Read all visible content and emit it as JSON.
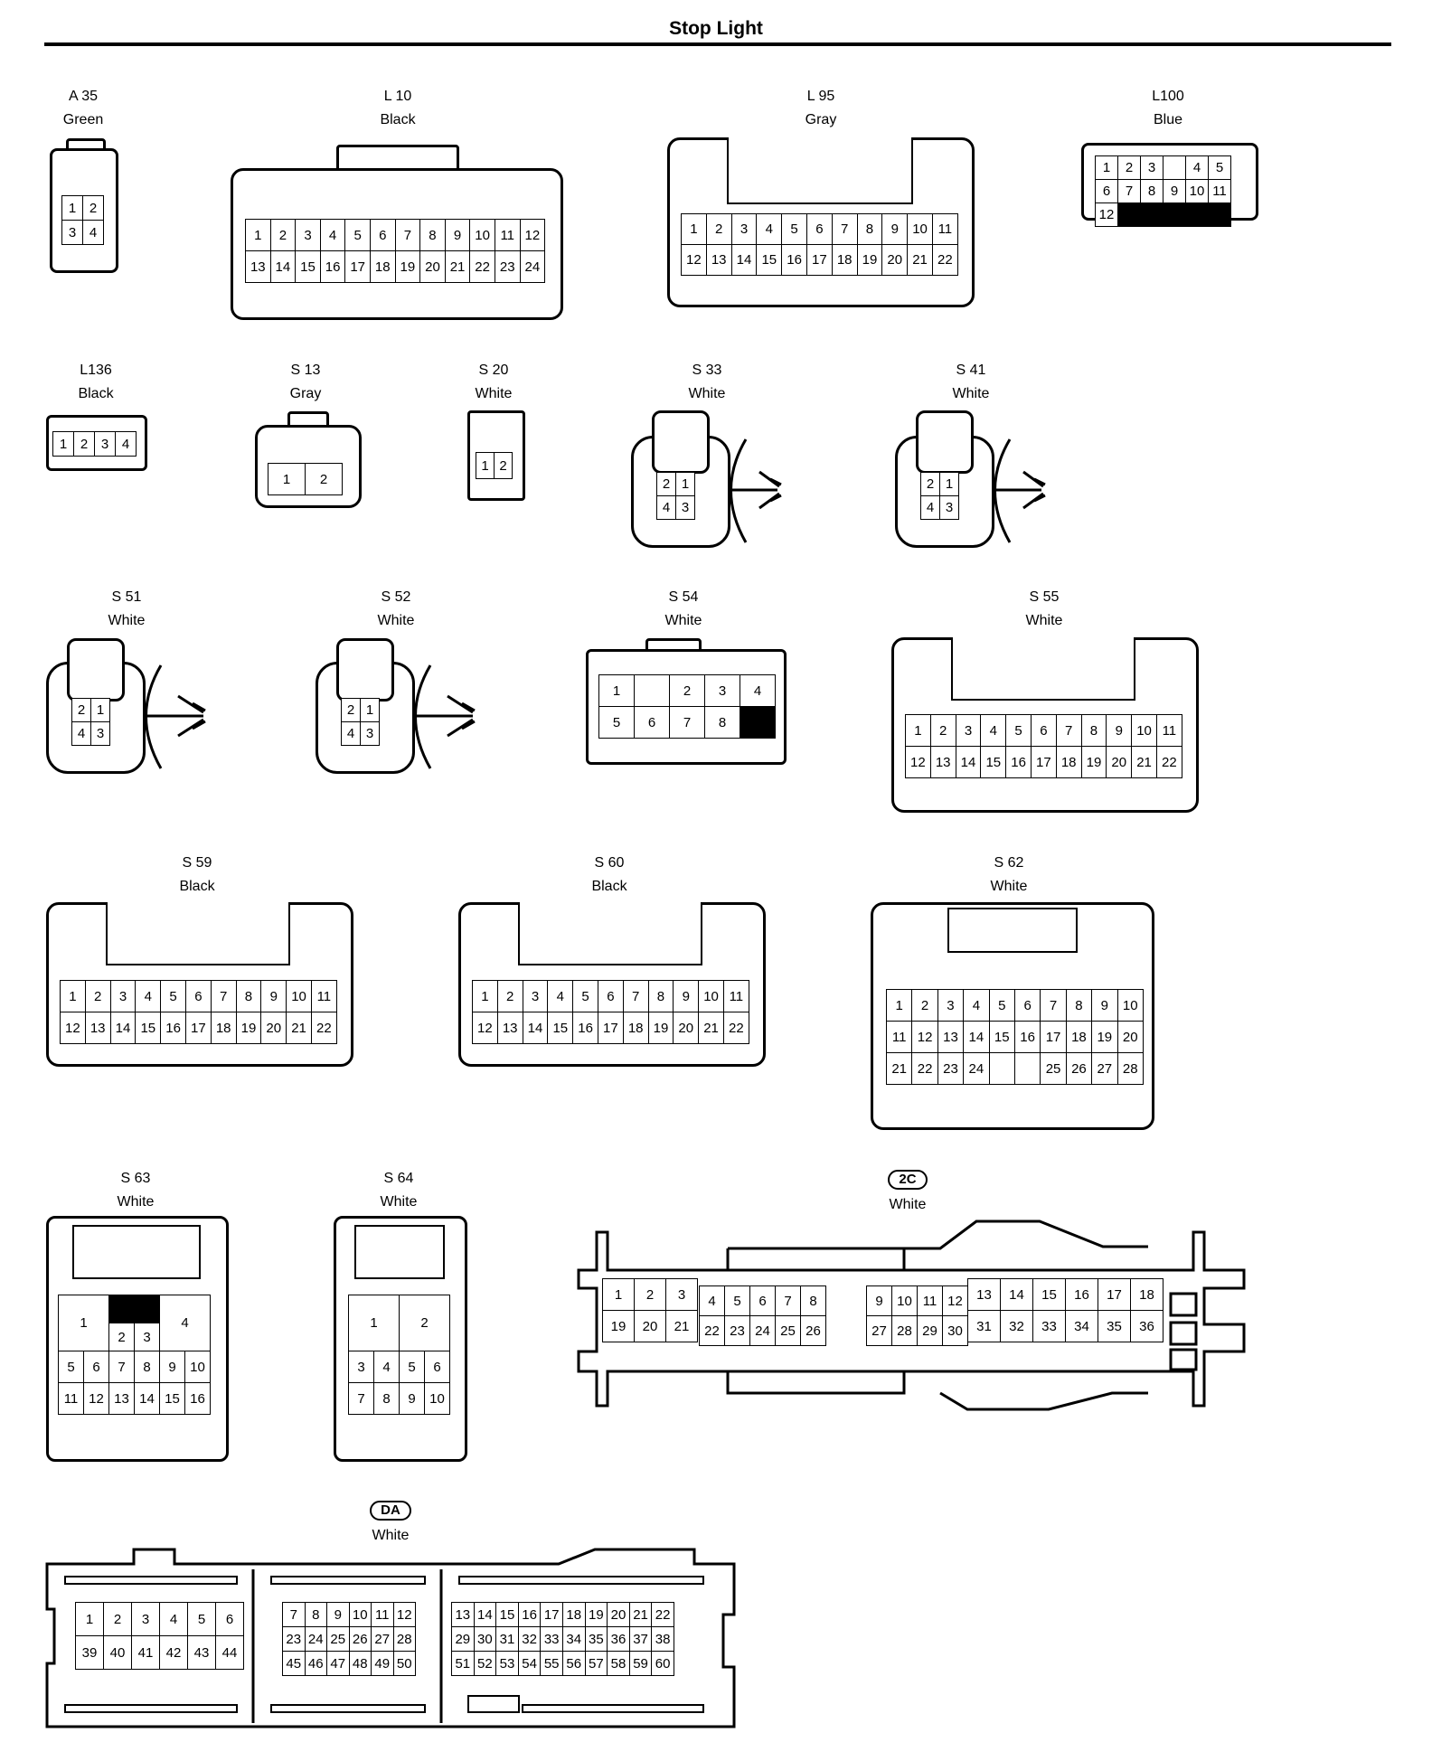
{
  "title": "Stop Light",
  "connectors": {
    "A35": {
      "code": "A 35",
      "color": "Green",
      "pins": [
        "1",
        "2",
        "3",
        "4"
      ]
    },
    "L10": {
      "code": "L 10",
      "color": "Black",
      "pins": [
        "1",
        "2",
        "3",
        "4",
        "5",
        "6",
        "7",
        "8",
        "9",
        "10",
        "11",
        "12",
        "13",
        "14",
        "15",
        "16",
        "17",
        "18",
        "19",
        "20",
        "21",
        "22",
        "23",
        "24"
      ]
    },
    "L95": {
      "code": "L 95",
      "color": "Gray",
      "pins": [
        "1",
        "2",
        "3",
        "4",
        "5",
        "6",
        "7",
        "8",
        "9",
        "10",
        "11",
        "12",
        "13",
        "14",
        "15",
        "16",
        "17",
        "18",
        "19",
        "20",
        "21",
        "22"
      ]
    },
    "L100": {
      "code": "L100",
      "color": "Blue",
      "pins": [
        "1",
        "2",
        "3",
        "",
        "4",
        "5",
        "6",
        "7",
        "8",
        "9",
        "10",
        "11",
        "12"
      ]
    },
    "L136": {
      "code": "L136",
      "color": "Black",
      "pins": [
        "1",
        "2",
        "3",
        "4"
      ]
    },
    "S13": {
      "code": "S 13",
      "color": "Gray",
      "pins": [
        "1",
        "2"
      ]
    },
    "S20": {
      "code": "S 20",
      "color": "White",
      "pins": [
        "1",
        "2"
      ]
    },
    "S33": {
      "code": "S 33",
      "color": "White",
      "pins": [
        "2",
        "1",
        "4",
        "3"
      ]
    },
    "S41": {
      "code": "S 41",
      "color": "White",
      "pins": [
        "2",
        "1",
        "4",
        "3"
      ]
    },
    "S51": {
      "code": "S 51",
      "color": "White",
      "pins": [
        "2",
        "1",
        "4",
        "3"
      ]
    },
    "S52": {
      "code": "S 52",
      "color": "White",
      "pins": [
        "2",
        "1",
        "4",
        "3"
      ]
    },
    "S54": {
      "code": "S 54",
      "color": "White",
      "pins": [
        "1",
        "",
        "2",
        "3",
        "4",
        "5",
        "6",
        "7",
        "8"
      ]
    },
    "S55": {
      "code": "S 55",
      "color": "White",
      "pins": [
        "1",
        "2",
        "3",
        "4",
        "5",
        "6",
        "7",
        "8",
        "9",
        "10",
        "11",
        "12",
        "13",
        "14",
        "15",
        "16",
        "17",
        "18",
        "19",
        "20",
        "21",
        "22"
      ]
    },
    "S59": {
      "code": "S 59",
      "color": "Black",
      "pins": [
        "1",
        "2",
        "3",
        "4",
        "5",
        "6",
        "7",
        "8",
        "9",
        "10",
        "11",
        "12",
        "13",
        "14",
        "15",
        "16",
        "17",
        "18",
        "19",
        "20",
        "21",
        "22"
      ]
    },
    "S60": {
      "code": "S 60",
      "color": "Black",
      "pins": [
        "1",
        "2",
        "3",
        "4",
        "5",
        "6",
        "7",
        "8",
        "9",
        "10",
        "11",
        "12",
        "13",
        "14",
        "15",
        "16",
        "17",
        "18",
        "19",
        "20",
        "21",
        "22"
      ]
    },
    "S62": {
      "code": "S 62",
      "color": "White",
      "pins": [
        "1",
        "2",
        "3",
        "4",
        "5",
        "6",
        "7",
        "8",
        "9",
        "10",
        "11",
        "12",
        "13",
        "14",
        "15",
        "16",
        "17",
        "18",
        "19",
        "20",
        "21",
        "22",
        "23",
        "24",
        "",
        "",
        "25",
        "26",
        "27",
        "28"
      ]
    },
    "S63": {
      "code": "S 63",
      "color": "White",
      "pins": [
        "1",
        "2",
        "3",
        "4",
        "5",
        "6",
        "7",
        "8",
        "9",
        "10",
        "11",
        "12",
        "13",
        "14",
        "15",
        "16"
      ]
    },
    "S64": {
      "code": "S 64",
      "color": "White",
      "pins": [
        "1",
        "2",
        "3",
        "4",
        "5",
        "6",
        "7",
        "8",
        "9",
        "10"
      ]
    },
    "2C": {
      "code": "2C",
      "color": "White",
      "pins_a": [
        "1",
        "2",
        "3",
        "19",
        "20",
        "21"
      ],
      "pins_b": [
        "4",
        "5",
        "6",
        "7",
        "8",
        "22",
        "23",
        "24",
        "25",
        "26"
      ],
      "pins_c": [
        "9",
        "10",
        "11",
        "12",
        "27",
        "28",
        "29",
        "30"
      ],
      "pins_d": [
        "13",
        "14",
        "15",
        "16",
        "17",
        "18",
        "31",
        "32",
        "33",
        "34",
        "35",
        "36"
      ]
    },
    "DA": {
      "code": "DA",
      "color": "White",
      "pins_a": [
        "1",
        "2",
        "3",
        "4",
        "5",
        "6",
        "39",
        "40",
        "41",
        "42",
        "43",
        "44"
      ],
      "pins_b": [
        "7",
        "8",
        "9",
        "10",
        "11",
        "12",
        "23",
        "24",
        "25",
        "26",
        "27",
        "28",
        "45",
        "46",
        "47",
        "48",
        "49",
        "50"
      ],
      "pins_c": [
        "13",
        "14",
        "15",
        "16",
        "17",
        "18",
        "19",
        "20",
        "21",
        "22",
        "29",
        "30",
        "31",
        "32",
        "33",
        "34",
        "35",
        "36",
        "37",
        "38",
        "51",
        "52",
        "53",
        "54",
        "55",
        "56",
        "57",
        "58",
        "59",
        "60"
      ]
    }
  }
}
